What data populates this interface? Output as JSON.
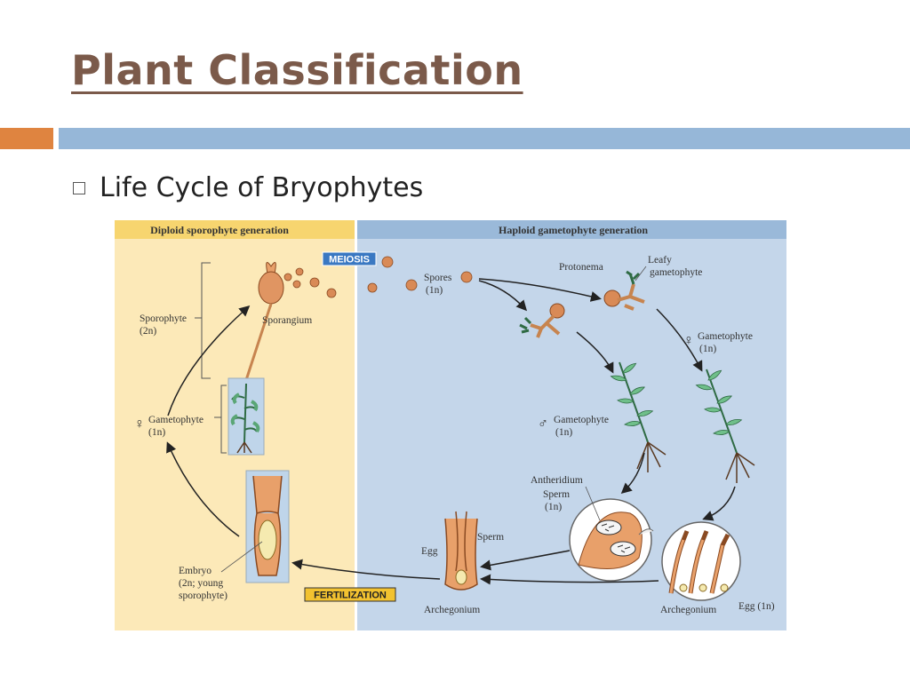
{
  "slide": {
    "title": "Plant Classification",
    "bullet": "Life Cycle of Bryophytes"
  },
  "diagram": {
    "headers": {
      "diploid": "Diploid sporophyte generation",
      "haploid": "Haploid gametophyte generation"
    },
    "tags": {
      "meiosis": "MEIOSIS",
      "fertilization": "FERTILIZATION"
    },
    "labels": {
      "sporophyte": "Sporophyte",
      "sporophyte_ploidy": "(2n)",
      "sporangium": "Sporangium",
      "gametophyte_left": "Gametophyte",
      "gametophyte_left_ploidy": "(1n)",
      "embryo_1": "Embryo",
      "embryo_2": "(2n; young",
      "embryo_3": "sporophyte)",
      "spores": "Spores",
      "spores_ploidy": "(1n)",
      "protonema": "Protonema",
      "leafy_1": "Leafy",
      "leafy_2": "gametophyte",
      "female_gametophyte": "Gametophyte",
      "female_gametophyte_ploidy": "(1n)",
      "male_gametophyte": "Gametophyte",
      "male_gametophyte_ploidy": "(1n)",
      "antheridium": "Antheridium",
      "sperm_1": "Sperm",
      "sperm_1_ploidy": "(1n)",
      "egg": "Egg",
      "sperm_2": "Sperm",
      "archegonium_center": "Archegonium",
      "archegonium_right": "Archegonium",
      "egg_1n": "Egg (1n)"
    },
    "colors": {
      "diploid_bg": "#fce9b8",
      "haploid_bg": "#c4d6ea",
      "diploid_header": "#f7d56f",
      "haploid_header": "#9ab9d9",
      "meiosis_tag": "#3a78c2",
      "fertilization_tag": "#f2c230"
    }
  }
}
